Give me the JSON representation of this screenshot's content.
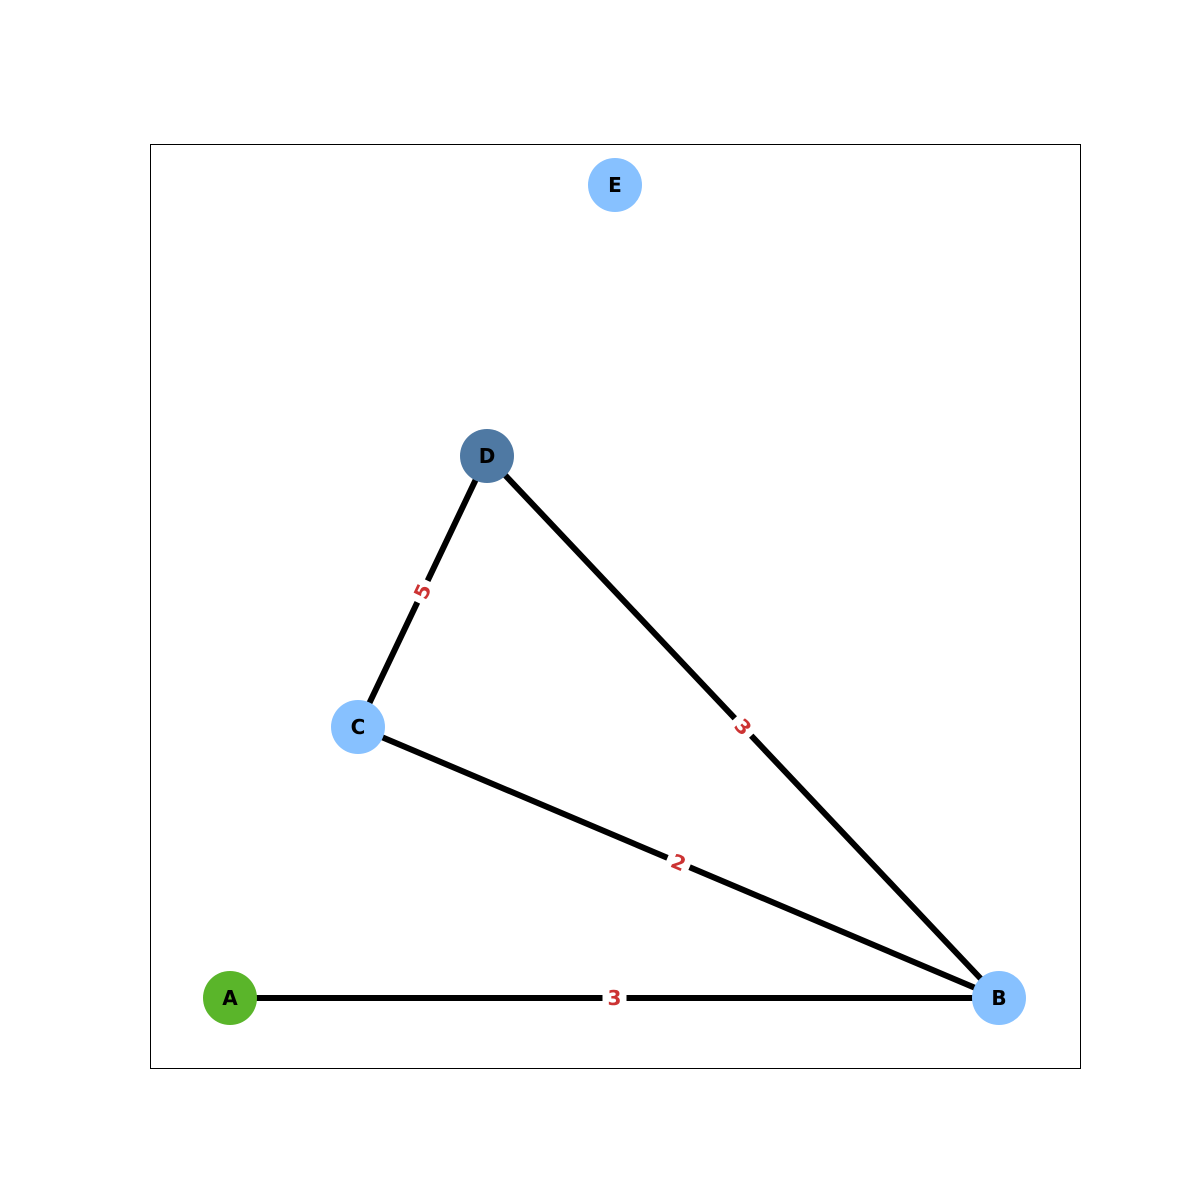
{
  "graph": {
    "directed": false,
    "colors": {
      "edge": "#000000",
      "weight_label": "#cc3333",
      "frame": "#000000",
      "background": "#ffffff"
    },
    "nodes": [
      {
        "id": "A",
        "label": "A",
        "color": "#5ab52a"
      },
      {
        "id": "B",
        "label": "B",
        "color": "#87c1ff"
      },
      {
        "id": "C",
        "label": "C",
        "color": "#87c1ff"
      },
      {
        "id": "D",
        "label": "D",
        "color": "#4f79a3"
      },
      {
        "id": "E",
        "label": "E",
        "color": "#87c1ff"
      }
    ],
    "edges": [
      {
        "source": "A",
        "target": "B",
        "weight": "3"
      },
      {
        "source": "C",
        "target": "B",
        "weight": "2"
      },
      {
        "source": "D",
        "target": "B",
        "weight": "3"
      },
      {
        "source": "C",
        "target": "D",
        "weight": "5"
      }
    ]
  }
}
